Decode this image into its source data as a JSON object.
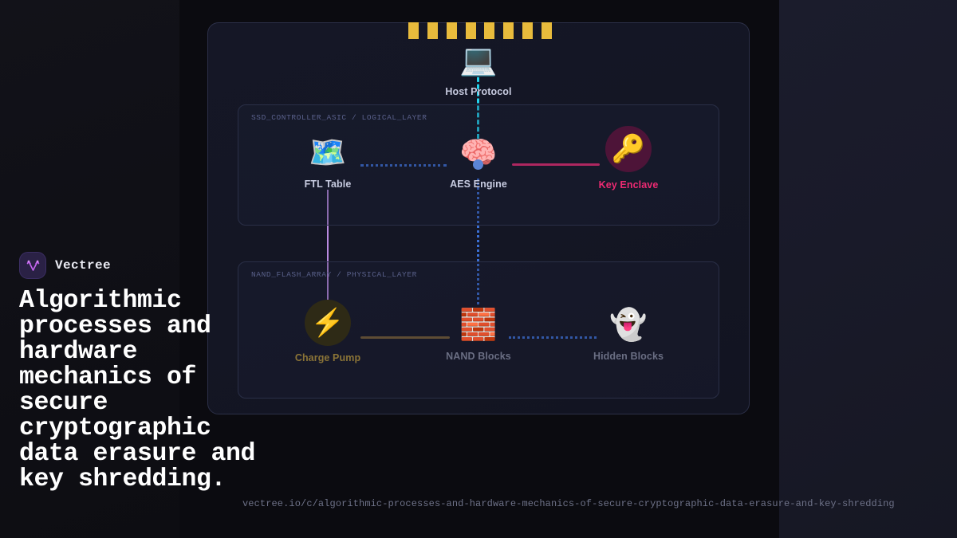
{
  "brand": {
    "name": "Vectree",
    "logo_icon": "vectree-v-tree-icon",
    "logo_bg": "#2a2145",
    "logo_accent": "#c464f0"
  },
  "headline": "Algorithmic processes and hardware mechanics of secure cryptographic data erasure and key shredding.",
  "footer": {
    "url": "vectree.io/c/algorithmic-processes-and-hardware-mechanics-of-secure-cryptographic-data-erasure-and-key-shredding"
  },
  "diagram": {
    "top_bars": {
      "count": 8,
      "color": "#e8bb3c",
      "name": "gold-bar"
    },
    "host": {
      "label": "Host Protocol",
      "icon": "laptop-icon",
      "emoji": "💻",
      "label_color": "#c7cbe0"
    },
    "logical_layer": {
      "label": "SSD_CONTROLLER_ASIC / LOGICAL_LAYER",
      "nodes": [
        {
          "id": "ftl-table",
          "label": "FTL Table",
          "icon": "world-map-icon",
          "emoji": "🗺️",
          "label_color": "#c7cbe0"
        },
        {
          "id": "aes-engine",
          "label": "AES Engine",
          "icon": "brain-icon",
          "emoji": "🧠",
          "label_color": "#c7cbe0"
        },
        {
          "id": "key-enclave",
          "label": "Key Enclave",
          "icon": "key-icon",
          "emoji": "🔑",
          "label_color": "#ec2a72",
          "circle_bg": "#4d1438"
        }
      ]
    },
    "physical_layer": {
      "label": "NAND_FLASH_ARRAY / PHYSICAL_LAYER",
      "nodes": [
        {
          "id": "charge-pump",
          "label": "Charge Pump",
          "icon": "lightning-bolt-icon",
          "emoji": "⚡",
          "label_color": "#8b7437",
          "circle_bg": "#2e2a16"
        },
        {
          "id": "nand-blocks",
          "label": "NAND Blocks",
          "icon": "brick-wall-icon",
          "emoji": "🧱",
          "label_color": "#6a6e83"
        },
        {
          "id": "hidden-blocks",
          "label": "Hidden Blocks",
          "icon": "ghost-icon",
          "emoji": "👻",
          "label_color": "#6a6e83"
        }
      ]
    },
    "connections": [
      {
        "id": "host-to-aes",
        "style": "dashed",
        "color": "#22d3ee",
        "orientation": "vertical"
      },
      {
        "id": "ftl-to-aes",
        "style": "dotted",
        "color": "#3b6fd4",
        "orientation": "horizontal"
      },
      {
        "id": "aes-to-key",
        "style": "solid",
        "color": "#ec2a72",
        "orientation": "horizontal"
      },
      {
        "id": "aes-to-nand",
        "style": "dotted",
        "color": "#3b6fd4",
        "orientation": "vertical"
      },
      {
        "id": "ftl-to-charge",
        "style": "solid",
        "color": "#b98ae0",
        "orientation": "vertical"
      },
      {
        "id": "charge-to-nand",
        "style": "solid",
        "color": "#7a5f33",
        "orientation": "horizontal"
      },
      {
        "id": "nand-to-hidden",
        "style": "dotted",
        "color": "#3b6fd4",
        "orientation": "horizontal"
      }
    ]
  }
}
